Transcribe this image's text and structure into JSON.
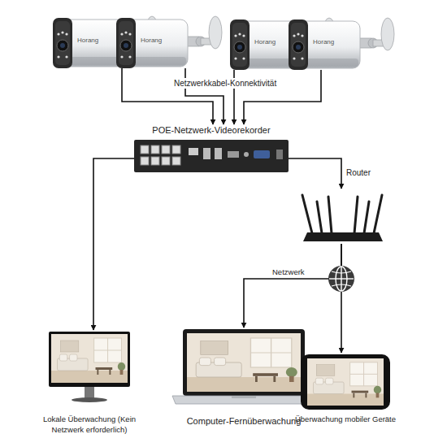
{
  "diagram": {
    "nodes": [
      {
        "text": [
          "Horang"
        ]
      },
      {
        "text": [
          "Horang"
        ]
      },
      {
        "text": [
          "Horang"
        ]
      },
      {
        "text": [
          "Horang"
        ]
      },
      {
        "text": [
          "POE-Netzwerk-Videorekorder"
        ]
      },
      {
        "text": [
          "Router"
        ]
      },
      {
        "text": [
          "Lokale Überwachung (Kein Netzwerk erforderlich)"
        ]
      },
      {
        "text": [
          "Computer-Fernüberwachung"
        ]
      },
      {
        "text": [
          "Überwachung mobiler Geräte"
        ]
      }
    ],
    "edges": [
      {
        "from": 0,
        "to": 4,
        "arrow": "to",
        "label": "Netzwerkkabel-Konnektivität"
      },
      {
        "from": 1,
        "to": 4,
        "arrow": "to"
      },
      {
        "from": 2,
        "to": 4,
        "arrow": "to"
      },
      {
        "from": 3,
        "to": 4,
        "arrow": "to"
      },
      {
        "from": 4,
        "to": 6,
        "arrow": "to"
      },
      {
        "from": 4,
        "to": 5,
        "arrow": "to"
      },
      {
        "from": 5,
        "to": 7,
        "arrow": "to",
        "label": "Netzwerk"
      },
      {
        "from": 5,
        "to": 8,
        "arrow": "to"
      }
    ]
  }
}
